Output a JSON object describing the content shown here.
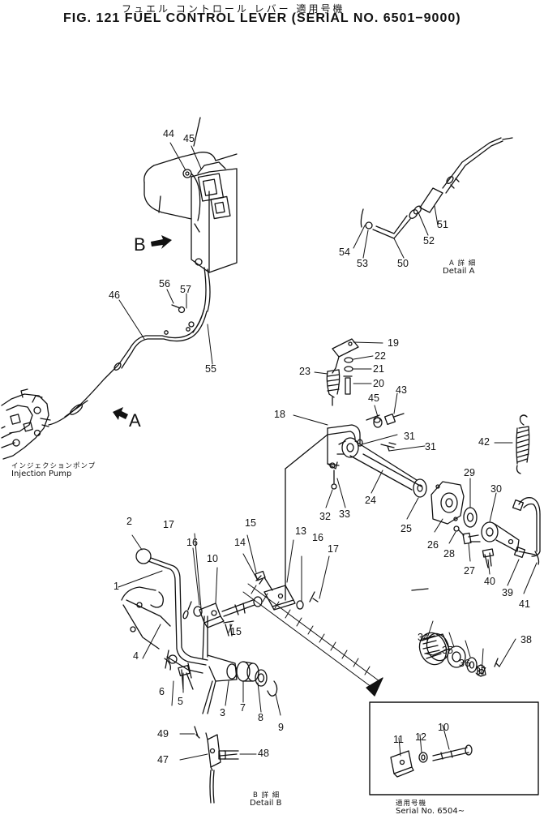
{
  "title": {
    "jp": "フュエル コントロール レバー 適用号機",
    "en": "FIG. 121  FUEL CONTROL LEVER (SERIAL  NO. 6501−9000)"
  },
  "labels": {
    "injection_pump_jp": "インジェクションポンプ",
    "injection_pump_en": "Injection  Pump",
    "detail_a_jp": "A 詳 細",
    "detail_a_en": "Detail  A",
    "detail_b_jp": "B 詳 細",
    "detail_b_en": "Detail  B",
    "serial_jp": "適用号機",
    "serial_en": "Serial  No. 6504∼",
    "view_a": "A",
    "view_b": "B"
  },
  "callouts": {
    "p1": "1",
    "p2": "2",
    "p3": "3",
    "p4": "4",
    "p5": "5",
    "p6": "6",
    "p7": "7",
    "p8": "8",
    "p9": "9",
    "p10": "10",
    "p11": "11",
    "p12": "12",
    "p13": "13",
    "p14": "14",
    "p15": "15",
    "p16": "16",
    "p17": "17",
    "p18": "18",
    "p19": "19",
    "p20": "20",
    "p21": "21",
    "p22": "22",
    "p23": "23",
    "p24": "24",
    "p25": "25",
    "p26": "26",
    "p27": "27",
    "p28": "28",
    "p29": "29",
    "p30": "30",
    "p31": "31",
    "p32": "32",
    "p33": "33",
    "p34": "34",
    "p35": "35",
    "p36": "36",
    "p37": "37",
    "p38": "38",
    "p39": "39",
    "p40": "40",
    "p41": "41",
    "p42": "42",
    "p43": "43",
    "p44": "44",
    "p45": "45",
    "p46": "46",
    "p47": "47",
    "p48": "48",
    "p49": "49",
    "p50": "50",
    "p51": "51",
    "p52": "52",
    "p53": "53",
    "p54": "54",
    "p55": "55",
    "p56": "56",
    "p57": "57"
  }
}
